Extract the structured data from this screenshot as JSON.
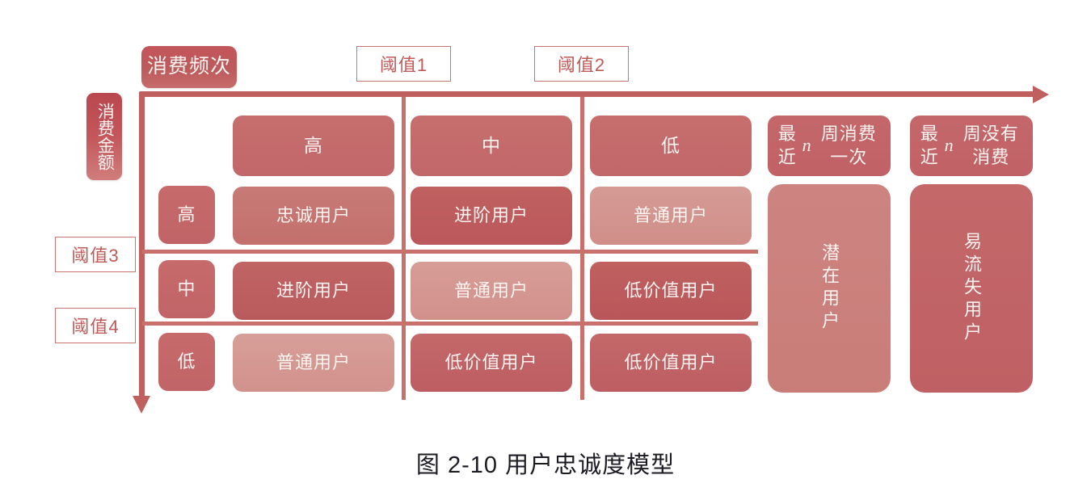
{
  "axes": {
    "x_title": "消费频次",
    "y_title": "消费金额"
  },
  "thresholds": [
    {
      "label": "阈值1"
    },
    {
      "label": "阈值2"
    },
    {
      "label": "阈值3"
    },
    {
      "label": "阈值4"
    }
  ],
  "column_headers": [
    {
      "label": "高"
    },
    {
      "label": "中"
    },
    {
      "label": "低"
    },
    {
      "label": "最近n周消费一次",
      "pre": "最近",
      "ital": "n",
      "post": "周消费一次"
    },
    {
      "label": "最近n周没有消费",
      "pre": "最近",
      "ital": "n",
      "post": "周没有消费"
    }
  ],
  "row_headers": [
    {
      "label": "高"
    },
    {
      "label": "中"
    },
    {
      "label": "低"
    }
  ],
  "matrix": [
    [
      {
        "label": "忠诚用户",
        "tone": "mid"
      },
      {
        "label": "进阶用户",
        "tone": "dark"
      },
      {
        "label": "普通用户",
        "tone": "light"
      }
    ],
    [
      {
        "label": "进阶用户",
        "tone": "dark"
      },
      {
        "label": "普通用户",
        "tone": "light"
      },
      {
        "label": "低价值用户",
        "tone": "dark"
      }
    ],
    [
      {
        "label": "普通用户",
        "tone": "light"
      },
      {
        "label": "低价值用户",
        "tone": "dark"
      },
      {
        "label": "低价值用户",
        "tone": "dark"
      }
    ]
  ],
  "side_blocks": [
    {
      "label": "潜在用户"
    },
    {
      "label": "易流失用户"
    }
  ],
  "caption": "图 2-10   用户忠诚度模型",
  "colors": {
    "accent": "#c0605e",
    "header_fill": "#c4686a",
    "cell_mid": "#c4706e",
    "cell_dark": "#bd5a5f",
    "cell_light": "#d2918c",
    "outline": "#c9756f",
    "text_on_fill": "#fdf4f2",
    "caption_text": "#1b1b23"
  }
}
